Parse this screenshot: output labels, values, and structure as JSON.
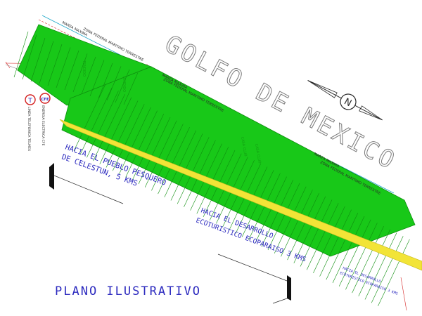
{
  "labels": {
    "gulf_title": "GOLFO DE MEXICO",
    "plan_title": "PLANO ILUSTRATIVO",
    "road_celestun_line1": "HACIA EL PUEBLO PESQUERO",
    "road_celestun_line2": "DE CELESTUN, 5 KMS",
    "road_ecoparaiso_line1": "HACIA EL DESARROLLO",
    "road_ecoparaiso_line2": "ECOTURISTICO ECOPARAISO 3 KMS",
    "road_ecoparaiso_small1": "HACIA EL DESARROLLO",
    "road_ecoparaiso_small2": "ECOTURISTICO ECOPARAISO 3 KMS",
    "zone_marea_1": "MAREA MAXIMA",
    "zone_federal_1": "ZONA FEDERAL MARITIMO TERRESTRE",
    "zone_marea_2": "MAREA MAXIMA",
    "zone_federal_2": "ZONA FEDERAL MARITIMO TERRESTRE",
    "zone_marea_3": "MAREA MAXIMA",
    "zone_federal_3": "ZONA FEDERAL MARITIMO TERRESTRE",
    "tendido_1": "TENDIDO",
    "tendido_2": "TENDIDO",
    "club_1": "CASA CLUB",
    "club_2": "CASA CLUB",
    "marker_t_letter": "T",
    "marker_cfe_letter": "CFE",
    "marker_t_caption": "LINEA TELEFONICA TELMEX",
    "marker_cfe_caption": "ENERGIA ELECTRICA CFE"
  },
  "colors": {
    "lots": "#18c818",
    "lot_border": "#0e8e0e",
    "road": "#f2e437",
    "text_blue": "#2d2bbf",
    "coast_red": "#d41e1e",
    "coast_cyan": "#1aa6c8",
    "gray": "#7a7a7a"
  },
  "icons": [
    "north-arrow-icon",
    "telephone-marker-icon",
    "electricity-marker-icon"
  ]
}
